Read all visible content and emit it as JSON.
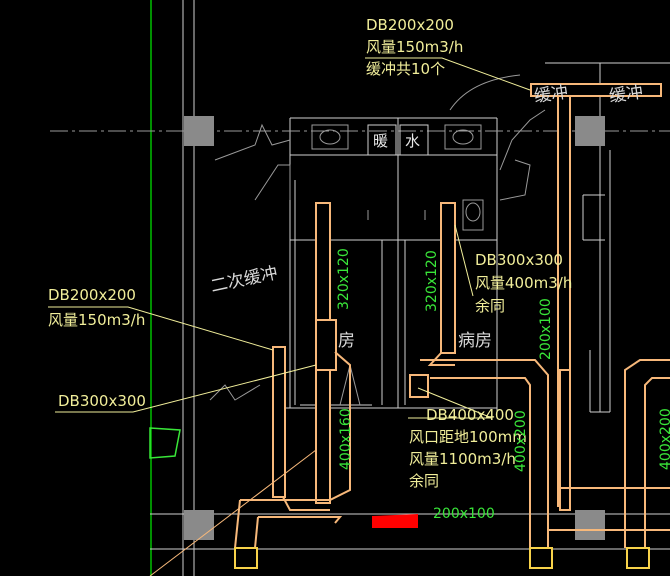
{
  "annotations": {
    "top_duct": {
      "size": "DB200x200",
      "flow": "风量150m3/h",
      "note": "缓冲共10个"
    },
    "left_duct": {
      "size": "DB200x200",
      "flow": "风量150m3/h"
    },
    "left_lower_duct": {
      "size": "DB300x300"
    },
    "right_duct": {
      "size": "DB300x300",
      "flow": "风量400m3/h",
      "note": "余同"
    },
    "center_duct": {
      "size": "DB400x400",
      "height": "风口距地100mm",
      "flow": "风量1100m3/h",
      "note": "余同"
    }
  },
  "dimensions": {
    "vertical_left": "320x120",
    "vertical_mid": "320x120",
    "vertical_right": "200x100",
    "vertical_lower_left": "400x160",
    "vertical_lower_mid": "400x200",
    "vertical_far_right": "400x200",
    "horizontal_bottom": "200x100"
  },
  "room_labels": {
    "secondary_buffer": "二次缓冲",
    "room_a_suffix": "房",
    "room_b": "病房",
    "buffer_a": "缓冲",
    "buffer_b": "缓冲"
  },
  "fixture_tags": {
    "left": "暖",
    "right": "水"
  },
  "colors": {
    "background": "#000000",
    "duct": "#f7b87a",
    "annotation": "#f1ee9a",
    "dimension": "#39e639",
    "grid_line": "#00c000",
    "arrow": "#ff0000"
  }
}
